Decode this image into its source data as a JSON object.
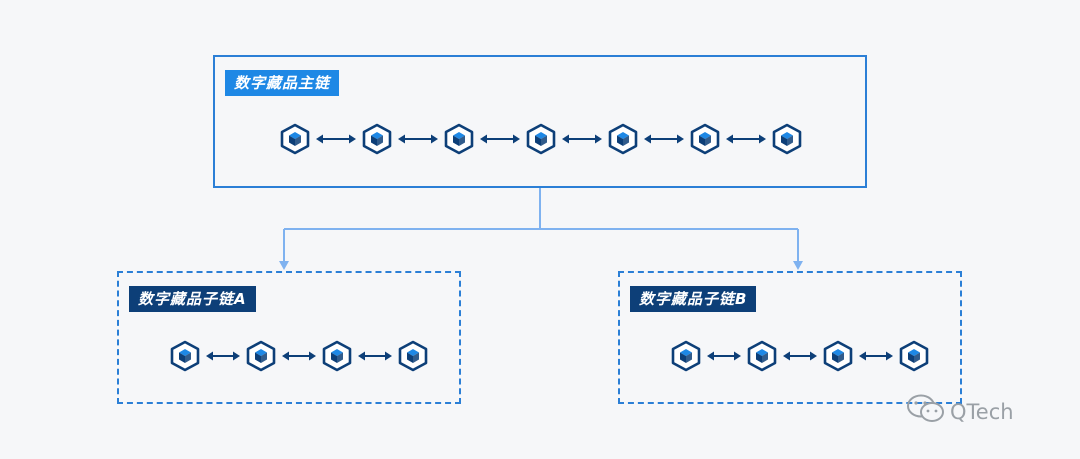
{
  "main_chain": {
    "title": "数字藏品主链",
    "node_count": 7
  },
  "sub_chains": [
    {
      "title": "数字藏品子链A",
      "node_count": 4
    },
    {
      "title": "数字藏品子链B",
      "node_count": 4
    }
  ],
  "watermark": {
    "text": "QTech",
    "icon": "wechat-icon"
  },
  "colors": {
    "main_title_bg": "#1e88e5",
    "sub_title_bg": "#0d3f78",
    "border": "#2b7fd6",
    "connector": "#7fb2f0",
    "node": "#0d3f78",
    "node_accent": "#1e88e5"
  }
}
